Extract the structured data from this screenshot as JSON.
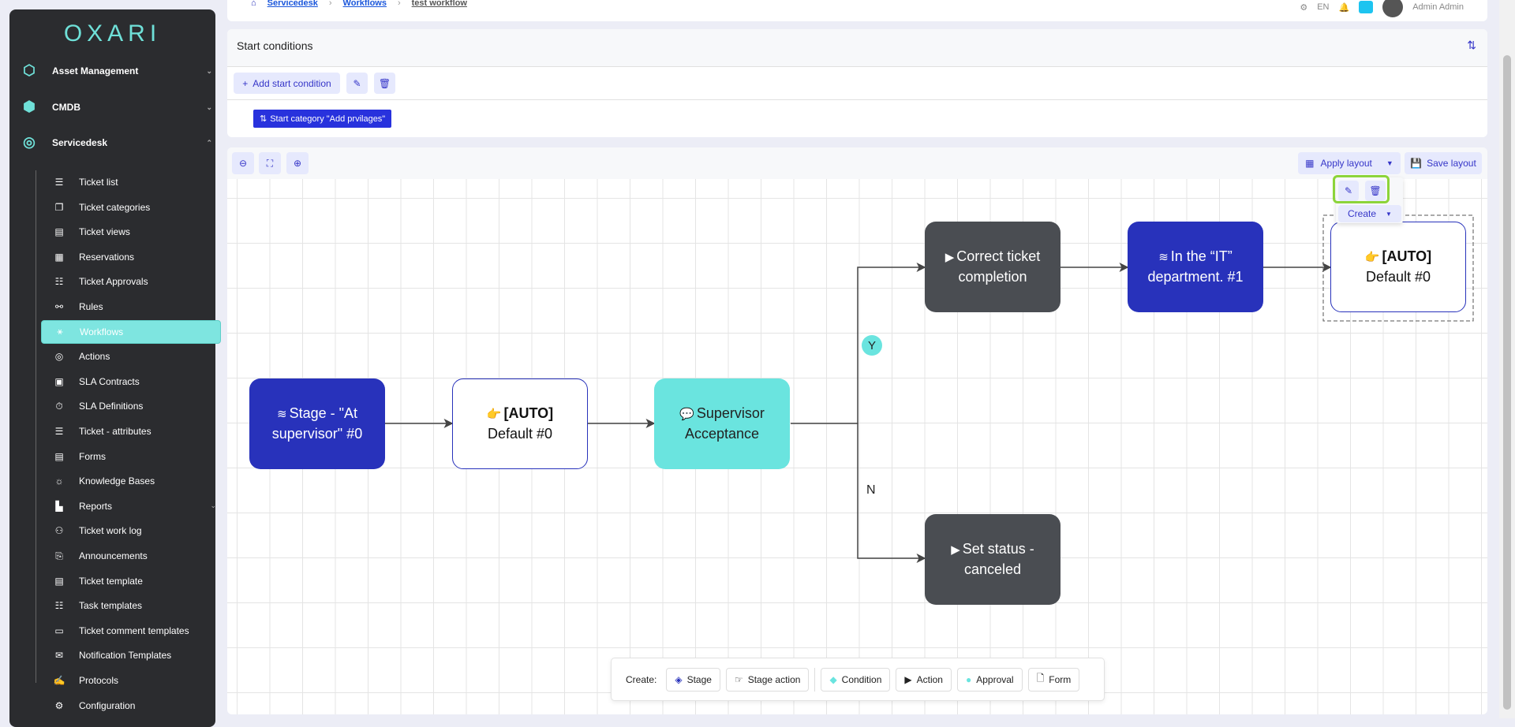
{
  "sidebar": {
    "logo": "OXARI",
    "groups": [
      {
        "label": "Asset Management"
      },
      {
        "label": "CMDB"
      },
      {
        "label": "Servicedesk"
      }
    ],
    "items": [
      {
        "label": "Ticket list"
      },
      {
        "label": "Ticket categories"
      },
      {
        "label": "Ticket views"
      },
      {
        "label": "Reservations"
      },
      {
        "label": "Ticket Approvals"
      },
      {
        "label": "Rules"
      },
      {
        "label": "Workflows",
        "active": true
      },
      {
        "label": "Actions"
      },
      {
        "label": "SLA Contracts"
      },
      {
        "label": "SLA Definitions"
      },
      {
        "label": "Ticket - attributes"
      },
      {
        "label": "Forms"
      },
      {
        "label": "Knowledge Bases"
      },
      {
        "label": "Reports"
      },
      {
        "label": "Ticket work log"
      },
      {
        "label": "Announcements"
      },
      {
        "label": "Ticket template"
      },
      {
        "label": "Task templates"
      },
      {
        "label": "Ticket comment templates"
      },
      {
        "label": "Notification Templates"
      },
      {
        "label": "Protocols"
      },
      {
        "label": "Configuration"
      }
    ]
  },
  "header": {
    "breadcrumb": [
      "Servicedesk",
      "Workflows",
      "test workflow"
    ],
    "language": "EN",
    "user": "Admin Admin"
  },
  "start_conditions": {
    "title": "Start conditions",
    "add_label": "Add start condition",
    "condition_chip": "Start category \"Add prvilages\""
  },
  "canvas": {
    "apply_layout": "Apply layout",
    "save_layout": "Save layout",
    "popup_create": "Create",
    "nodes": [
      {
        "type": "stage",
        "line1": "Stage - \"At",
        "line2": "supervisor\" #0"
      },
      {
        "type": "auto",
        "line1": "[AUTO]",
        "line2": "Default #0"
      },
      {
        "type": "approval",
        "line1": "Supervisor",
        "line2": "Acceptance"
      },
      {
        "type": "action",
        "line1": "Correct ticket",
        "line2": "completion"
      },
      {
        "type": "stage",
        "line1": "In the “IT”",
        "line2": "department. #1"
      },
      {
        "type": "auto",
        "line1": "[AUTO]",
        "line2": "Default #0"
      },
      {
        "type": "action",
        "line1": "Set status -",
        "line2": "canceled"
      }
    ],
    "branch_yes": "Y",
    "branch_no": "N"
  },
  "create_bar": {
    "label": "Create:",
    "buttons": [
      "Stage",
      "Stage action",
      "Condition",
      "Action",
      "Approval",
      "Form"
    ]
  },
  "colors": {
    "stage": "#2832bb",
    "approval": "#6ae4df",
    "action": "#4a4d52",
    "accent": "#7ee5e0",
    "highlight": "#8cd43a"
  }
}
